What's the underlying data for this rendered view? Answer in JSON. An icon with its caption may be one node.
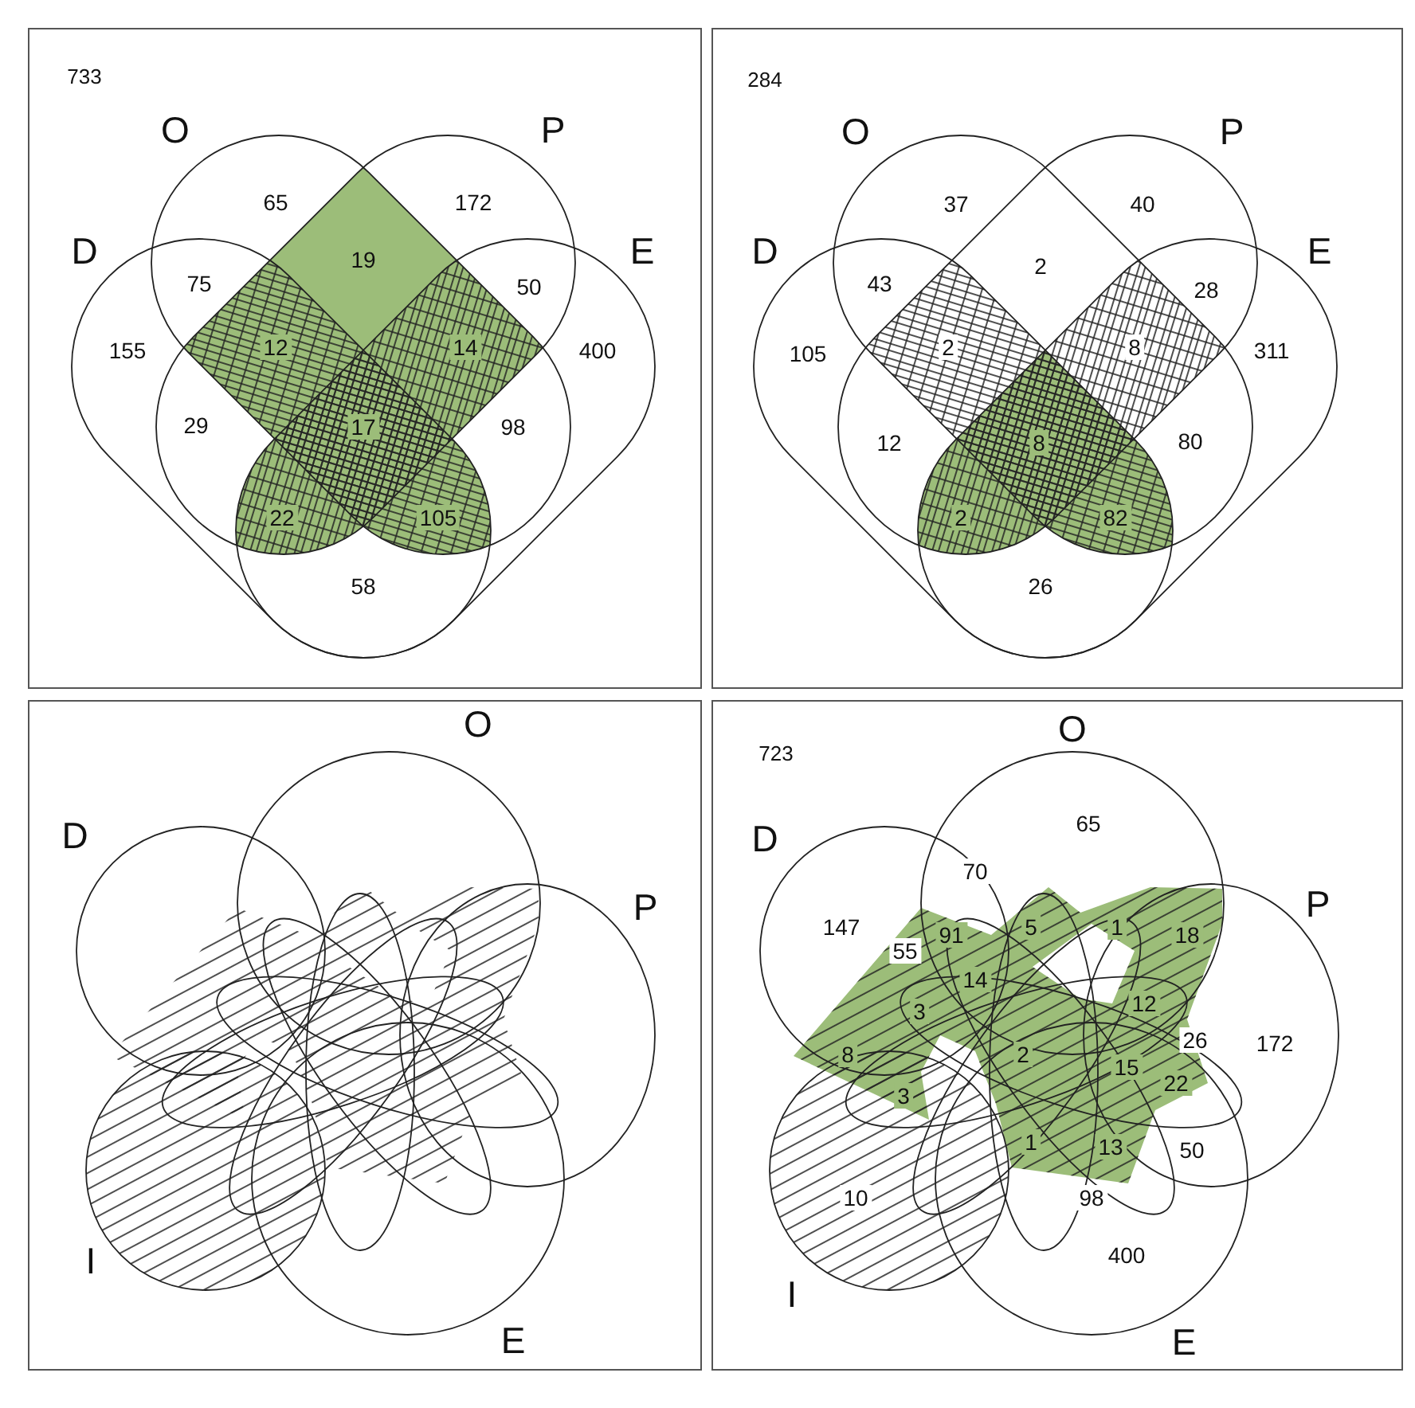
{
  "diagram": {
    "labels": [
      "733",
      "O",
      "P",
      "65",
      "172",
      "D",
      "19",
      "E",
      "75",
      "50",
      "155",
      "12",
      "14",
      "400",
      "29",
      "17",
      "98",
      "22",
      "105",
      "58",
      "284",
      "O",
      "P",
      "37",
      "40",
      "D",
      "2",
      "E",
      "43",
      "28",
      "105",
      "2",
      "8",
      "311",
      "12",
      "8",
      "80",
      "2",
      "82",
      "26",
      "D",
      "O",
      "P",
      "I",
      "E",
      "723",
      "O",
      "D",
      "65",
      "70",
      "P",
      "147",
      "55",
      "91",
      "5",
      "1",
      "18",
      "14",
      "3",
      "12",
      "26",
      "172",
      "8",
      "2",
      "15",
      "22",
      "3",
      "1",
      "13",
      "50",
      "10",
      "98",
      "400",
      "I",
      "E"
    ]
  }
}
